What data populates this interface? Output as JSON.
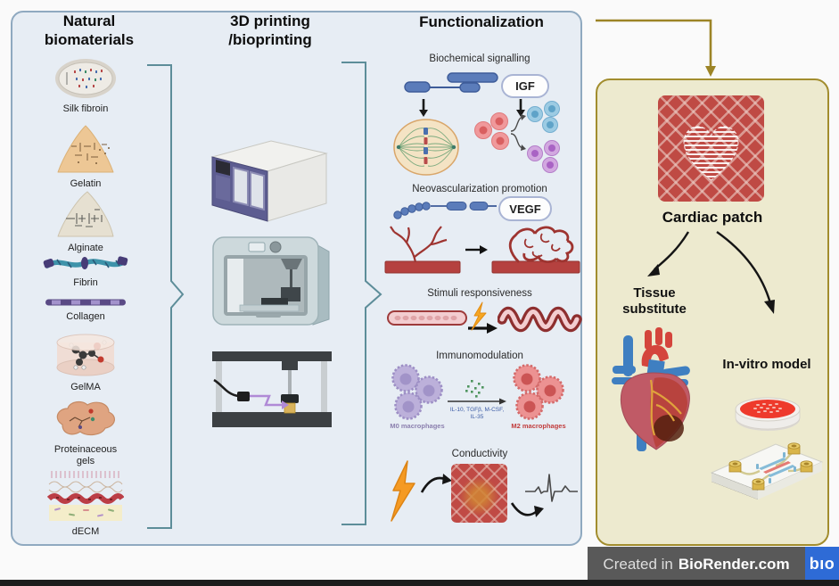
{
  "pipeline": {
    "biomaterials": {
      "title_line1": "Natural",
      "title_line2": "biomaterials",
      "items": [
        {
          "label": "Silk fibroin",
          "icon": "silk-cocoon-icon"
        },
        {
          "label": "Gelatin",
          "icon": "gelatin-powder-icon"
        },
        {
          "label": "Alginate",
          "icon": "alginate-powder-icon"
        },
        {
          "label": "Fibrin",
          "icon": "fibrin-fiber-icon"
        },
        {
          "label": "Collagen",
          "icon": "collagen-fiber-icon"
        },
        {
          "label": "GelMA",
          "icon": "gelma-hydrogel-icon"
        },
        {
          "label": "Proteinaceous gels",
          "icon": "proteinaceous-gel-icon"
        },
        {
          "label": "dECM",
          "icon": "decm-tissue-icon"
        }
      ]
    },
    "printing": {
      "title_line1": "3D printing",
      "title_line2": "/bioprinting",
      "printers": [
        "box-3d-printer",
        "enclosed-bioprinter",
        "laser-assisted-bioprinter"
      ]
    },
    "functionalization": {
      "title": "Functionalization",
      "sections": [
        {
          "label": "Biochemical signalling",
          "badge": "IGF"
        },
        {
          "label": "Neovascularization promotion",
          "badge": "VEGF"
        },
        {
          "label": "Stimuli responsiveness"
        },
        {
          "label": "Immunomodulation",
          "source_label": "M0 macrophages",
          "arrow_label": "IL-10, TGFβ, M-CSF, IL-35",
          "target_label": "M2 macrophages"
        },
        {
          "label": "Conductivity"
        }
      ]
    }
  },
  "outcome": {
    "patch_label": "Cardiac patch",
    "branch_left": "Tissue substitute",
    "branch_right": "In-vitro model"
  },
  "footer": {
    "prefix": "Created in",
    "brand": "BioRender.com",
    "logo_text": "bıo"
  },
  "colors": {
    "panel_blue": "#e7edf4",
    "panel_blue_border": "#8fa9c0",
    "panel_tan": "#edeacf",
    "panel_tan_border": "#a28d2e",
    "connector_olive": "#9c8426",
    "bracket_teal": "#5d8d99",
    "protein_blue": "#5b7cba",
    "vessel_red": "#b5413f",
    "m0_purple": "#bcb0da",
    "m2_red": "#ec9292",
    "bolt_orange": "#f59a23",
    "patch_red": "#bf4a44",
    "footer_gray": "#595959",
    "brand_blue": "#2e6bd6"
  }
}
